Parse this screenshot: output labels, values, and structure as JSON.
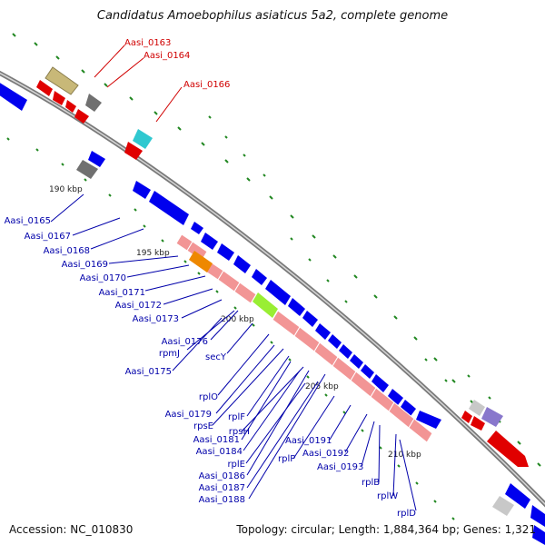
{
  "title": "Candidatus Amoebophilus asiaticus 5a2, complete genome",
  "footer": {
    "accession": "Accession: NC_010830",
    "topology": "Topology: circular; Length: 1,884,364 bp; Genes: 1,321"
  },
  "scale_labels": [
    "190 kbp",
    "195 kbp",
    "200 kbp",
    "205 kbp",
    "210 kbp"
  ],
  "gene_labels": {
    "top_red": [
      "Aasi_0163",
      "Aasi_0164",
      "Aasi_0166"
    ],
    "left_blue": [
      "Aasi_0165",
      "Aasi_0167",
      "Aasi_0168",
      "Aasi_0169",
      "Aasi_0170",
      "Aasi_0171",
      "Aasi_0172",
      "Aasi_0173",
      "Aasi_0176",
      "rpmJ",
      "secY",
      "Aasi_0175"
    ],
    "mid_blue": [
      "rplO",
      "Aasi_0179",
      "rplF",
      "rpsE",
      "rpsH",
      "Aasi_0181",
      "Aasi_0184",
      "rplE",
      "Aasi_0186",
      "Aasi_0187",
      "Aasi_0188"
    ],
    "right_blue": [
      "Aasi_0191",
      "Aasi_0192",
      "rplP",
      "Aasi_0193",
      "rplB",
      "rplW",
      "rplD"
    ]
  },
  "colors": {
    "forward": "#0000ee",
    "reverse": "#ee0000",
    "rna_pink": "#f29595",
    "olive": "#c8b878",
    "cyan": "#30c8d0",
    "gray": "#707070",
    "orange": "#ee8800",
    "lime": "#99ee33",
    "purple": "#8877cc",
    "light_gray": "#c8c8c8",
    "axis": "#808080",
    "tick": "#228822",
    "label_red": "#d00000",
    "label_blue": "#0000aa"
  }
}
